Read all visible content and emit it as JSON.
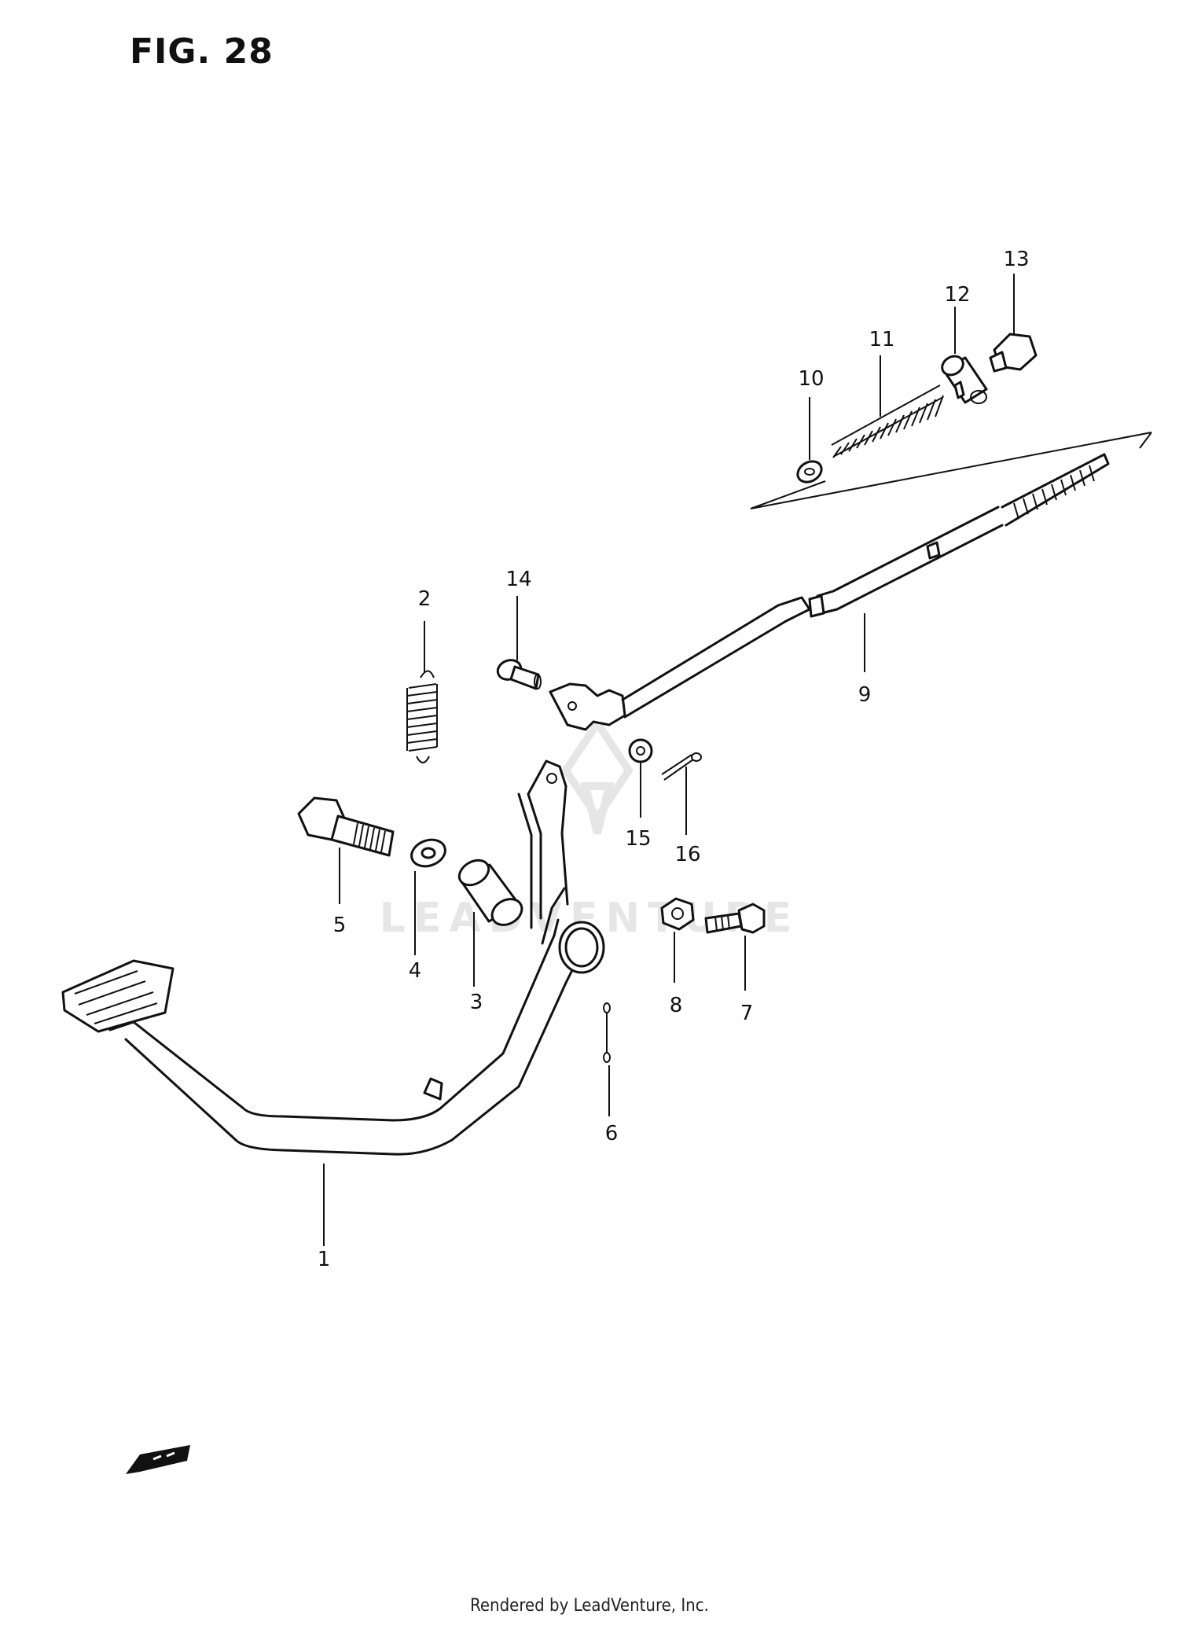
{
  "figure_title": "FIG. 28",
  "footer_text": "Rendered by LeadVenture, Inc.",
  "watermark_text": "LEADVENTURE",
  "callouts": [
    {
      "id": "1",
      "label": "1"
    },
    {
      "id": "2",
      "label": "2"
    },
    {
      "id": "3",
      "label": "3"
    },
    {
      "id": "4",
      "label": "4"
    },
    {
      "id": "5",
      "label": "5"
    },
    {
      "id": "6",
      "label": "6"
    },
    {
      "id": "7",
      "label": "7"
    },
    {
      "id": "8",
      "label": "8"
    },
    {
      "id": "9",
      "label": "9"
    },
    {
      "id": "10",
      "label": "10"
    },
    {
      "id": "11",
      "label": "11"
    },
    {
      "id": "12",
      "label": "12"
    },
    {
      "id": "13",
      "label": "13"
    },
    {
      "id": "14",
      "label": "14"
    },
    {
      "id": "15",
      "label": "15"
    },
    {
      "id": "16",
      "label": "16"
    }
  ],
  "colors": {
    "ink": "#111111",
    "background": "#ffffff",
    "watermark": "#e6e6e6"
  }
}
